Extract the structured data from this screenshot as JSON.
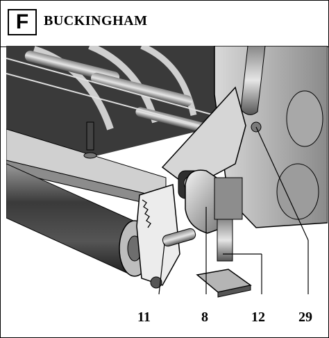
{
  "header": {
    "section_letter": "F",
    "title": "BUCKINGHAM"
  },
  "callouts": {
    "c11": "11",
    "c8": "8",
    "c12": "12",
    "c29": "29"
  },
  "colors": {
    "line": "#000000",
    "dark": "#2b2b2b",
    "mid": "#6e6e6e",
    "light": "#bdbdbd",
    "paper": "#ffffff"
  }
}
